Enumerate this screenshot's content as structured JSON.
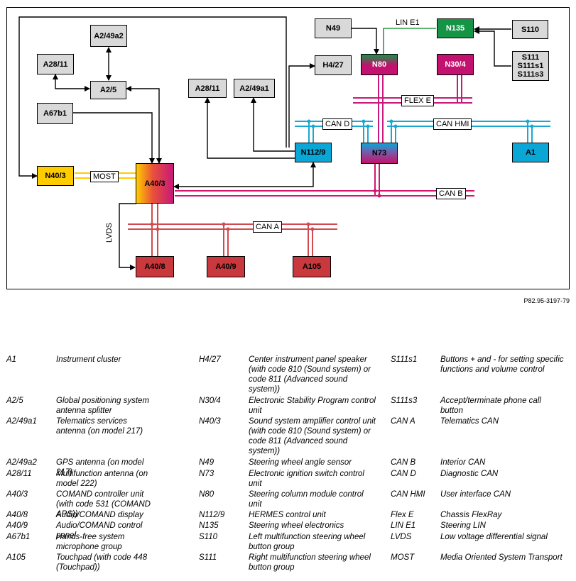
{
  "diagram": {
    "blocks": {
      "a2_49a2": "A2/49a2",
      "a28_11_top": "A28/11",
      "a2_5": "A2/5",
      "a67b1": "A67b1",
      "a28_11_mid": "A28/11",
      "a2_49a1": "A2/49a1",
      "h4_27": "H4/27",
      "n49": "N49",
      "n80": "N80",
      "n135": "N135",
      "s110": "S110",
      "s111_group": "S111\nS111s1\nS111s3",
      "n30_4": "N30/4",
      "n112_9": "N112/9",
      "n73": "N73",
      "a1": "A1",
      "n40_3": "N40/3",
      "a40_3": "A40/3",
      "a40_8": "A40/8",
      "a40_9": "A40/9",
      "a105": "A105"
    },
    "bus_labels": {
      "lin_e1": "LIN E1",
      "flex_e": "FLEX E",
      "can_d": "CAN D",
      "can_hmi": "CAN HMI",
      "most": "MOST",
      "can_b": "CAN B",
      "can_a": "CAN A",
      "lvds": "LVDS"
    },
    "reference": "P82.95-3197-79",
    "colors": {
      "grey_block": "#d9d9d9",
      "yellow_block": "#ffcc00",
      "cyan_block": "#0aa6d6",
      "red_block": "#c8383c",
      "green_block": "#159446",
      "magenta_block": "#c2116e",
      "can_d_hmi_bus": "#19a8d4",
      "flex_e_bus": "#c8187a",
      "can_b_bus": "#d0186c",
      "can_a_bus": "#d24a50",
      "most_bus": "#ffcc00",
      "lin_bus": "#2a9a45"
    }
  },
  "legend": {
    "columns": [
      [
        {
          "code": "A1",
          "desc": "Instrument cluster"
        },
        {
          "code": "A2/5",
          "desc": "Global positioning system antenna splitter"
        },
        {
          "code": "A2/49a1",
          "desc": "Telematics services antenna (on model 217)"
        },
        {
          "code": "A2/49a2",
          "desc": "GPS antenna (on model 217)"
        },
        {
          "code": "A28/11",
          "desc": "Multifunction antenna (on model 222)"
        },
        {
          "code": "A40/3",
          "desc": "COMAND controller unit (with code 531 (COMAND APS))"
        },
        {
          "code": "A40/8",
          "desc": "Audio/COMAND display"
        },
        {
          "code": "A40/9",
          "desc": "Audio/COMAND control panel"
        },
        {
          "code": "A67b1",
          "desc": "Hands-free system microphone group"
        },
        {
          "code": "A105",
          "desc": "Touchpad (with code 448 (Touchpad))"
        }
      ],
      [
        {
          "code": "H4/27",
          "desc": "Center instrument panel speaker (with code 810 (Sound system) or code 811 (Advanced sound system))"
        },
        {
          "code": "N30/4",
          "desc": "Electronic Stability Program control unit"
        },
        {
          "code": "N40/3",
          "desc": "Sound system amplifier control unit (with code 810 (Sound system) or code 811 (Advanced sound system))"
        },
        {
          "code": "N49",
          "desc": "Steering wheel angle sensor"
        },
        {
          "code": "N73",
          "desc": "Electronic ignition switch control unit"
        },
        {
          "code": "N80",
          "desc": "Steering column module control unit"
        },
        {
          "code": "N112/9",
          "desc": "HERMES control unit"
        },
        {
          "code": "N135",
          "desc": "Steering wheel electronics"
        },
        {
          "code": "S110",
          "desc": "Left multifunction steering wheel button group"
        },
        {
          "code": "S111",
          "desc": "Right multifunction steering wheel button group"
        }
      ],
      [
        {
          "code": "S111s1",
          "desc": "Buttons + and - for setting specific functions and volume control"
        },
        {
          "code": "S111s3",
          "desc": "Accept/terminate phone call button"
        },
        {
          "code": "CAN A",
          "desc": "Telematics CAN"
        },
        {
          "code": "CAN B",
          "desc": "Interior CAN"
        },
        {
          "code": "CAN D",
          "desc": "Diagnostic CAN"
        },
        {
          "code": "CAN HMI",
          "desc": "User interface CAN"
        },
        {
          "code": "Flex E",
          "desc": "Chassis FlexRay"
        },
        {
          "code": "LIN E1",
          "desc": "Steering LIN"
        },
        {
          "code": "LVDS",
          "desc": "Low voltage differential signal"
        },
        {
          "code": "MOST",
          "desc": "Media Oriented System Transport"
        }
      ]
    ]
  }
}
